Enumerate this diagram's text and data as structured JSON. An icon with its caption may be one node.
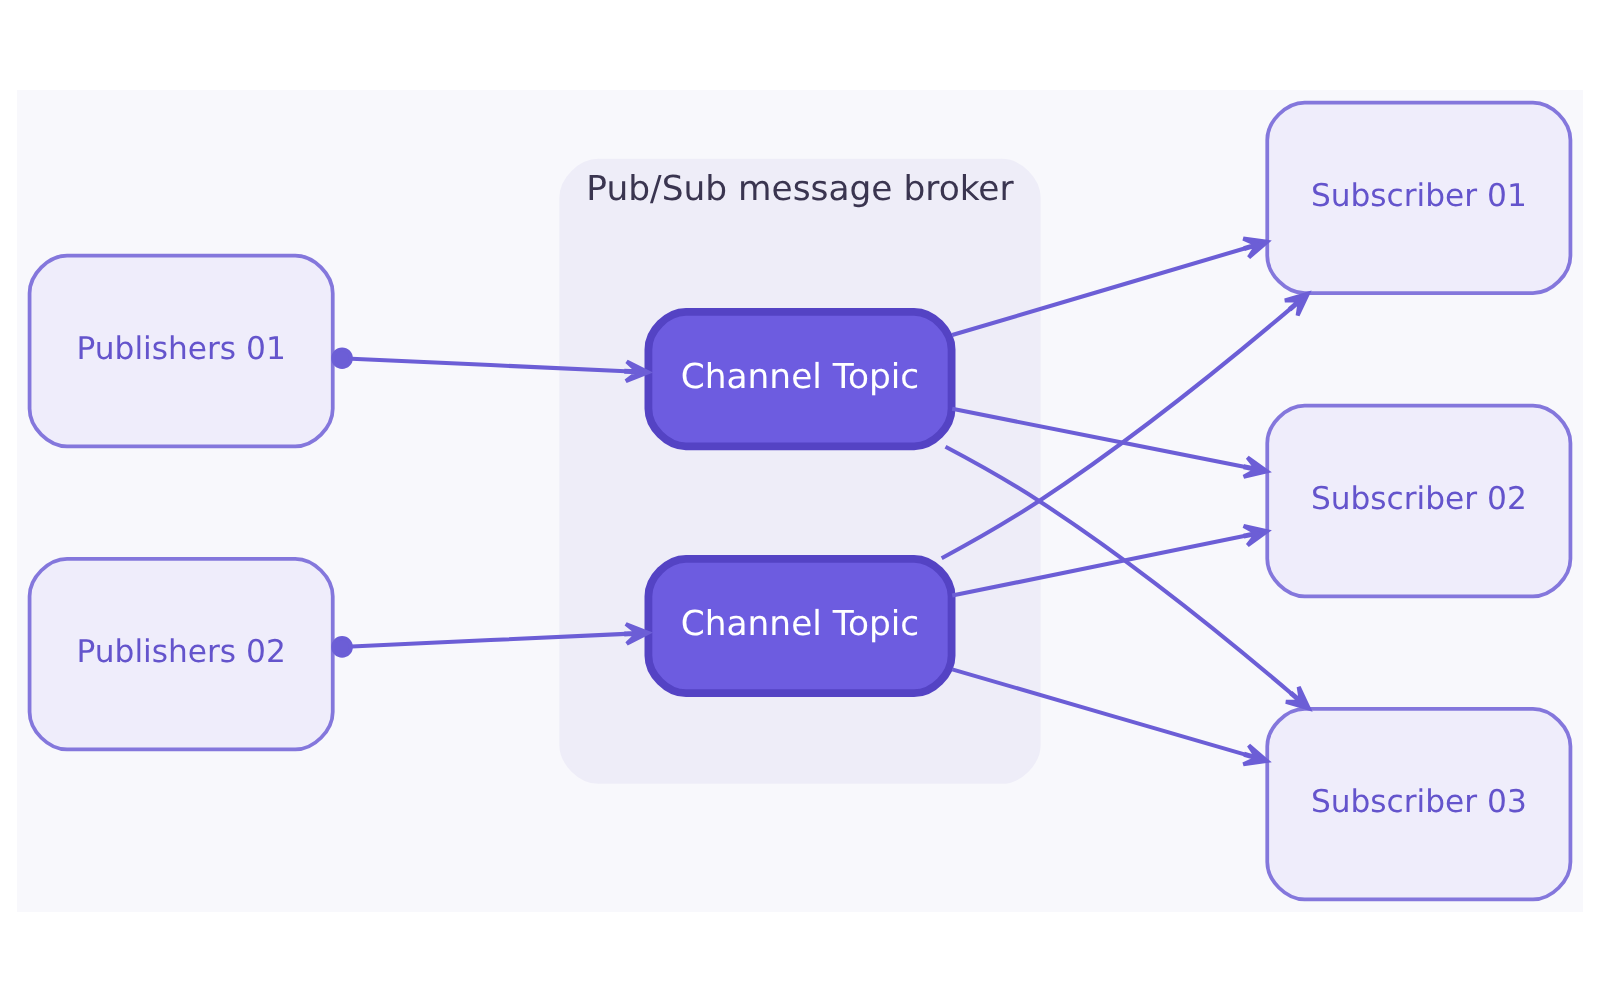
{
  "diagram": {
    "nodes": [
      {
        "text": [
          "Publishers 01"
        ]
      },
      {
        "text": [
          "Publishers 02"
        ]
      },
      {
        "text": [
          "Pub/Sub message broker"
        ]
      },
      {
        "text": [
          "Channel Topic"
        ],
        "in": 2
      },
      {
        "text": [
          "Channel Topic"
        ],
        "in": 2
      },
      {
        "text": [
          "Subscriber 01"
        ]
      },
      {
        "text": [
          "Subscriber 02"
        ]
      },
      {
        "text": [
          "Subscriber 03"
        ]
      }
    ],
    "edges": [
      {
        "from": 0,
        "to": 3,
        "arrow": "to"
      },
      {
        "from": 1,
        "to": 4,
        "arrow": "to"
      },
      {
        "from": 3,
        "to": 5,
        "arrow": "to"
      },
      {
        "from": 3,
        "to": 6,
        "arrow": "to"
      },
      {
        "from": 3,
        "to": 7,
        "arrow": "to"
      },
      {
        "from": 4,
        "to": 5,
        "arrow": "to"
      },
      {
        "from": 4,
        "to": 6,
        "arrow": "to"
      },
      {
        "from": 4,
        "to": 7,
        "arrow": "to"
      }
    ]
  }
}
